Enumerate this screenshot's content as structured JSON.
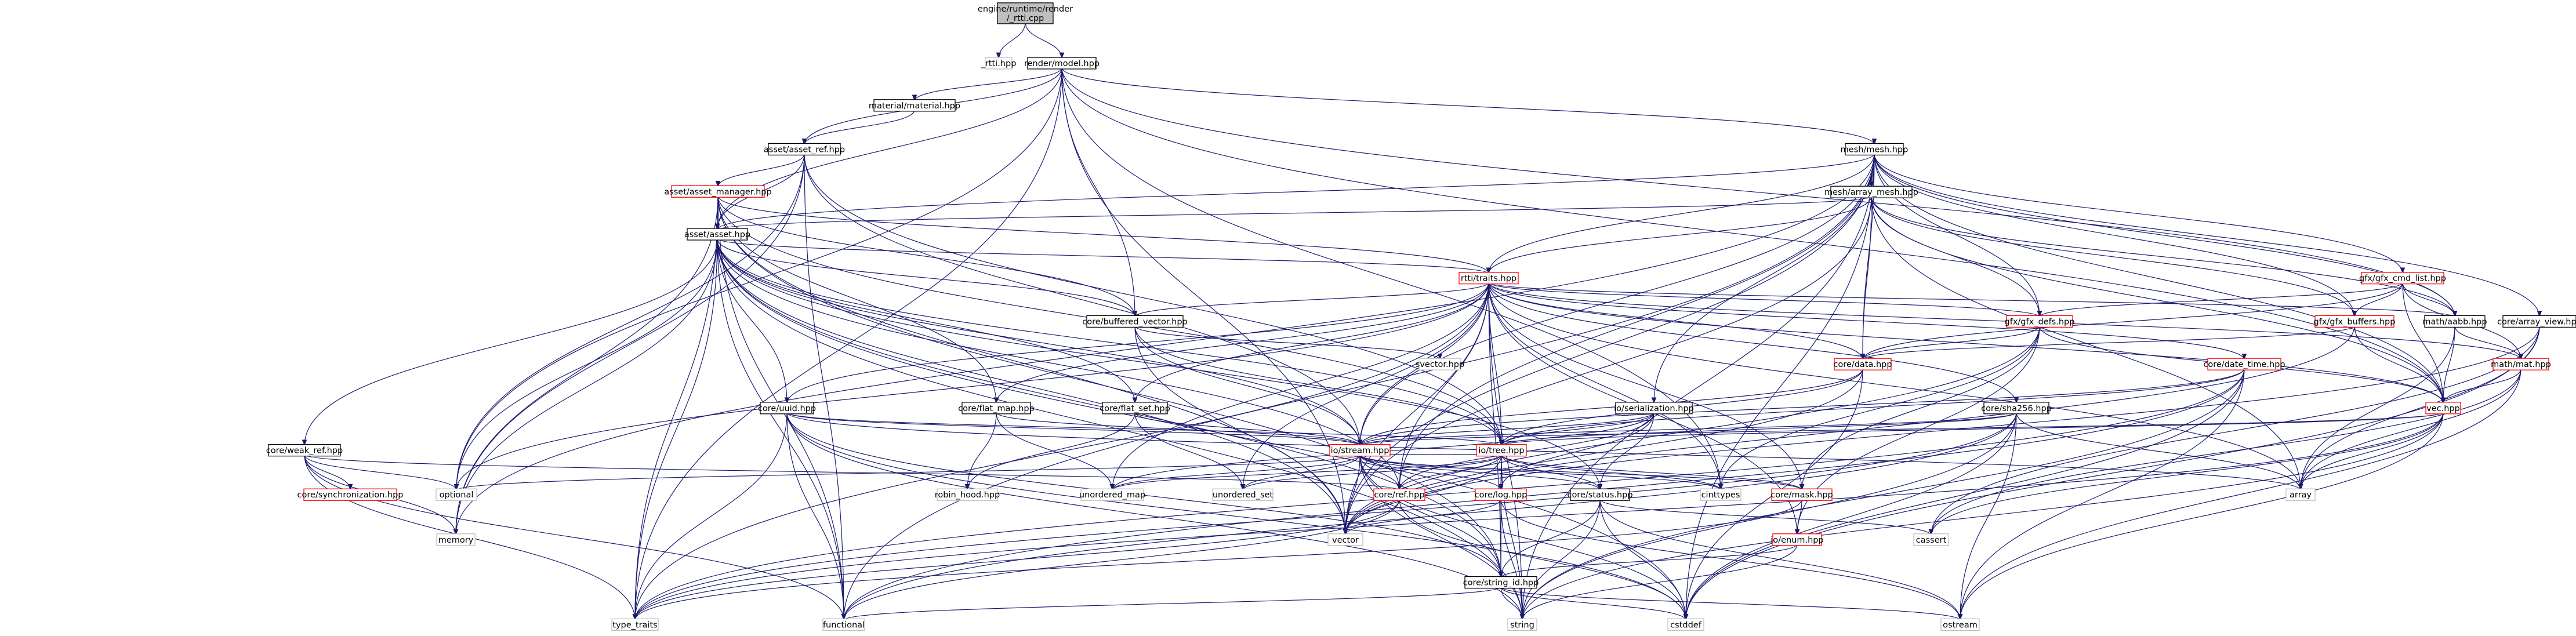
{
  "diagram": {
    "colors": {
      "edge": "#191970",
      "root_fill": "#bfbfbf",
      "node_fill": "#ffffff",
      "node_border": "#000000",
      "linked_border": "#ff0000"
    },
    "nodes": [
      {
        "id": "root",
        "label": "engine/runtime/render\n/_rtti.cpp",
        "style": "root"
      },
      {
        "id": "rtti_hpp",
        "label": "_rtti.hpp",
        "style": "external"
      },
      {
        "id": "render_model",
        "label": "render/model.hpp",
        "style": "internal"
      },
      {
        "id": "material",
        "label": "material/material.hpp",
        "style": "internal"
      },
      {
        "id": "asset_ref",
        "label": "asset/asset_ref.hpp",
        "style": "internal"
      },
      {
        "id": "asset_manager",
        "label": "asset/asset_manager.hpp",
        "style": "linked"
      },
      {
        "id": "asset",
        "label": "asset/asset.hpp",
        "style": "internal"
      },
      {
        "id": "mesh",
        "label": "mesh/mesh.hpp",
        "style": "internal"
      },
      {
        "id": "array_mesh",
        "label": "mesh/array_mesh.hpp",
        "style": "internal"
      },
      {
        "id": "rtti_traits",
        "label": "rtti/traits.hpp",
        "style": "linked"
      },
      {
        "id": "buffered_vector",
        "label": "core/buffered_vector.hpp",
        "style": "internal"
      },
      {
        "id": "svector",
        "label": "svector.hpp",
        "style": "external"
      },
      {
        "id": "gfx_cmd_list",
        "label": "gfx/gfx_cmd_list.hpp",
        "style": "linked"
      },
      {
        "id": "gfx_defs",
        "label": "gfx/gfx_defs.hpp",
        "style": "linked"
      },
      {
        "id": "gfx_buffers",
        "label": "gfx/gfx_buffers.hpp",
        "style": "linked"
      },
      {
        "id": "core_data",
        "label": "core/data.hpp",
        "style": "linked"
      },
      {
        "id": "math_aabb",
        "label": "math/aabb.hpp",
        "style": "internal"
      },
      {
        "id": "math_mat",
        "label": "math/mat.hpp",
        "style": "linked"
      },
      {
        "id": "array_view",
        "label": "core/array_view.hpp",
        "style": "internal"
      },
      {
        "id": "date_time",
        "label": "core/date_time.hpp",
        "style": "linked"
      },
      {
        "id": "serialization",
        "label": "io/serialization.hpp",
        "style": "internal"
      },
      {
        "id": "sha256",
        "label": "core/sha256.hpp",
        "style": "internal"
      },
      {
        "id": "vec",
        "label": "vec.hpp",
        "style": "linked"
      },
      {
        "id": "uuid",
        "label": "core/uuid.hpp",
        "style": "internal"
      },
      {
        "id": "flat_map",
        "label": "core/flat_map.hpp",
        "style": "internal"
      },
      {
        "id": "flat_set",
        "label": "core/flat_set.hpp",
        "style": "internal"
      },
      {
        "id": "weak_ref",
        "label": "core/weak_ref.hpp",
        "style": "internal"
      },
      {
        "id": "sync",
        "label": "core/synchronization.hpp",
        "style": "linked"
      },
      {
        "id": "io_stream",
        "label": "io/stream.hpp",
        "style": "linked"
      },
      {
        "id": "io_tree",
        "label": "io/tree.hpp",
        "style": "linked"
      },
      {
        "id": "optional",
        "label": "optional",
        "style": "external"
      },
      {
        "id": "robin_hood",
        "label": "robin_hood.hpp",
        "style": "external"
      },
      {
        "id": "unordered_map",
        "label": "unordered_map",
        "style": "external"
      },
      {
        "id": "unordered_set",
        "label": "unordered_set",
        "style": "external"
      },
      {
        "id": "core_ref",
        "label": "core/ref.hpp",
        "style": "linked"
      },
      {
        "id": "core_log",
        "label": "core/log.hpp",
        "style": "linked"
      },
      {
        "id": "core_status",
        "label": "core/status.hpp",
        "style": "internal"
      },
      {
        "id": "cinttypes",
        "label": "cinttypes",
        "style": "external"
      },
      {
        "id": "core_mask",
        "label": "core/mask.hpp",
        "style": "linked"
      },
      {
        "id": "array",
        "label": "array",
        "style": "external"
      },
      {
        "id": "memory",
        "label": "memory",
        "style": "external"
      },
      {
        "id": "vector",
        "label": "vector",
        "style": "external"
      },
      {
        "id": "cassert",
        "label": "cassert",
        "style": "external"
      },
      {
        "id": "io_enum",
        "label": "io/enum.hpp",
        "style": "linked"
      },
      {
        "id": "string_id",
        "label": "core/string_id.hpp",
        "style": "internal"
      },
      {
        "id": "type_traits",
        "label": "type_traits",
        "style": "external"
      },
      {
        "id": "functional",
        "label": "functional",
        "style": "external"
      },
      {
        "id": "string",
        "label": "string",
        "style": "external"
      },
      {
        "id": "cstddef",
        "label": "cstddef",
        "style": "external"
      },
      {
        "id": "ostream",
        "label": "ostream",
        "style": "external"
      }
    ],
    "edges": [
      [
        "root",
        "rtti_hpp"
      ],
      [
        "root",
        "render_model"
      ],
      [
        "render_model",
        "material"
      ],
      [
        "render_model",
        "asset_ref"
      ],
      [
        "render_model",
        "asset"
      ],
      [
        "render_model",
        "mesh"
      ],
      [
        "render_model",
        "buffered_vector"
      ],
      [
        "render_model",
        "optional"
      ],
      [
        "render_model",
        "cinttypes"
      ],
      [
        "render_model",
        "math_aabb"
      ],
      [
        "render_model",
        "vec"
      ],
      [
        "render_model",
        "vector"
      ],
      [
        "render_model",
        "type_traits"
      ],
      [
        "material",
        "asset_ref"
      ],
      [
        "asset_ref",
        "asset_manager"
      ],
      [
        "asset_ref",
        "asset"
      ],
      [
        "asset_ref",
        "optional"
      ],
      [
        "asset_ref",
        "memory"
      ],
      [
        "asset_ref",
        "io_stream"
      ],
      [
        "asset_ref",
        "io_tree"
      ],
      [
        "asset_ref",
        "functional"
      ],
      [
        "asset_manager",
        "asset"
      ],
      [
        "asset_manager",
        "rtti_traits"
      ],
      [
        "asset_manager",
        "flat_map"
      ],
      [
        "asset_manager",
        "buffered_vector"
      ],
      [
        "asset_manager",
        "memory"
      ],
      [
        "asset_manager",
        "type_traits"
      ],
      [
        "asset_manager",
        "functional"
      ],
      [
        "asset_manager",
        "vector"
      ],
      [
        "asset_manager",
        "string_id"
      ],
      [
        "asset_manager",
        "io_tree"
      ],
      [
        "asset",
        "rtti_traits"
      ],
      [
        "asset",
        "uuid"
      ],
      [
        "asset",
        "weak_ref"
      ],
      [
        "asset",
        "buffered_vector"
      ],
      [
        "asset",
        "flat_set"
      ],
      [
        "asset",
        "io_stream"
      ],
      [
        "asset",
        "io_tree"
      ],
      [
        "asset",
        "optional"
      ],
      [
        "asset",
        "memory"
      ],
      [
        "asset",
        "vector"
      ],
      [
        "asset",
        "type_traits"
      ],
      [
        "asset",
        "functional"
      ],
      [
        "asset",
        "string"
      ],
      [
        "asset",
        "cstddef"
      ],
      [
        "asset",
        "string_id"
      ],
      [
        "asset",
        "core_status"
      ],
      [
        "asset",
        "core_ref"
      ],
      [
        "mesh",
        "array_mesh"
      ],
      [
        "mesh",
        "asset"
      ],
      [
        "mesh",
        "rtti_traits"
      ],
      [
        "mesh",
        "gfx_defs"
      ],
      [
        "mesh",
        "gfx_buffers"
      ],
      [
        "mesh",
        "gfx_cmd_list"
      ],
      [
        "mesh",
        "core_data"
      ],
      [
        "mesh",
        "math_aabb"
      ],
      [
        "mesh",
        "array_view"
      ],
      [
        "mesh",
        "serialization"
      ],
      [
        "mesh",
        "vec"
      ],
      [
        "mesh",
        "vector"
      ],
      [
        "mesh",
        "cstddef"
      ],
      [
        "mesh",
        "memory"
      ],
      [
        "mesh",
        "functional"
      ],
      [
        "mesh",
        "core_ref"
      ],
      [
        "mesh",
        "string"
      ],
      [
        "mesh",
        "io_stream"
      ],
      [
        "array_mesh",
        "asset"
      ],
      [
        "array_mesh",
        "rtti_traits"
      ],
      [
        "array_mesh",
        "gfx_defs"
      ],
      [
        "array_mesh",
        "gfx_buffers"
      ],
      [
        "array_mesh",
        "core_data"
      ],
      [
        "array_mesh",
        "math_aabb"
      ],
      [
        "array_mesh",
        "vec"
      ],
      [
        "array_mesh",
        "vector"
      ],
      [
        "array_mesh",
        "array"
      ],
      [
        "rtti_traits",
        "buffered_vector"
      ],
      [
        "rtti_traits",
        "uuid"
      ],
      [
        "rtti_traits",
        "flat_map"
      ],
      [
        "rtti_traits",
        "flat_set"
      ],
      [
        "rtti_traits",
        "io_stream"
      ],
      [
        "rtti_traits",
        "io_tree"
      ],
      [
        "rtti_traits",
        "core_data"
      ],
      [
        "rtti_traits",
        "sha256"
      ],
      [
        "rtti_traits",
        "date_time"
      ],
      [
        "rtti_traits",
        "vec"
      ],
      [
        "rtti_traits",
        "math_mat"
      ],
      [
        "rtti_traits",
        "math_aabb"
      ],
      [
        "rtti_traits",
        "gfx_defs"
      ],
      [
        "rtti_traits",
        "optional"
      ],
      [
        "rtti_traits",
        "unordered_map"
      ],
      [
        "rtti_traits",
        "unordered_set"
      ],
      [
        "rtti_traits",
        "cinttypes"
      ],
      [
        "rtti_traits",
        "core_mask"
      ],
      [
        "rtti_traits",
        "io_enum"
      ],
      [
        "rtti_traits",
        "core_ref"
      ],
      [
        "rtti_traits",
        "string"
      ],
      [
        "rtti_traits",
        "type_traits"
      ],
      [
        "rtti_traits",
        "vector"
      ],
      [
        "rtti_traits",
        "array"
      ],
      [
        "rtti_traits",
        "string_id"
      ],
      [
        "buffered_vector",
        "svector"
      ],
      [
        "buffered_vector",
        "io_stream"
      ],
      [
        "buffered_vector",
        "io_tree"
      ],
      [
        "buffered_vector",
        "vector"
      ],
      [
        "gfx_cmd_list",
        "gfx_defs"
      ],
      [
        "gfx_cmd_list",
        "gfx_buffers"
      ],
      [
        "gfx_cmd_list",
        "core_data"
      ],
      [
        "gfx_cmd_list",
        "math_aabb"
      ],
      [
        "gfx_cmd_list",
        "math_mat"
      ],
      [
        "gfx_cmd_list",
        "vec"
      ],
      [
        "gfx_defs",
        "core_data"
      ],
      [
        "gfx_defs",
        "vec"
      ],
      [
        "gfx_defs",
        "core_mask"
      ],
      [
        "gfx_defs",
        "io_enum"
      ],
      [
        "gfx_defs",
        "vector"
      ],
      [
        "gfx_defs",
        "cinttypes"
      ],
      [
        "gfx_buffers",
        "core_data"
      ],
      [
        "gfx_buffers",
        "vec"
      ],
      [
        "gfx_buffers",
        "vector"
      ],
      [
        "core_data",
        "io_stream"
      ],
      [
        "core_data",
        "io_tree"
      ],
      [
        "core_data",
        "vector"
      ],
      [
        "core_data",
        "cstddef"
      ],
      [
        "math_aabb",
        "vec"
      ],
      [
        "math_aabb",
        "math_mat"
      ],
      [
        "math_aabb",
        "array"
      ],
      [
        "math_mat",
        "vec"
      ],
      [
        "math_mat",
        "array"
      ],
      [
        "math_mat",
        "cassert"
      ],
      [
        "math_mat",
        "ostream"
      ],
      [
        "array_view",
        "vector"
      ],
      [
        "array_view",
        "cassert"
      ],
      [
        "array_view",
        "cstddef"
      ],
      [
        "array_view",
        "array"
      ],
      [
        "date_time",
        "io_stream"
      ],
      [
        "date_time",
        "io_tree"
      ],
      [
        "date_time",
        "string"
      ],
      [
        "date_time",
        "cstddef"
      ],
      [
        "date_time",
        "ostream"
      ],
      [
        "date_time",
        "type_traits"
      ],
      [
        "date_time",
        "functional"
      ],
      [
        "serialization",
        "io_stream"
      ],
      [
        "serialization",
        "io_tree"
      ],
      [
        "serialization",
        "core_ref"
      ],
      [
        "serialization",
        "core_log"
      ],
      [
        "serialization",
        "core_status"
      ],
      [
        "serialization",
        "unordered_map"
      ],
      [
        "sha256",
        "io_stream"
      ],
      [
        "sha256",
        "io_tree"
      ],
      [
        "sha256",
        "array"
      ],
      [
        "sha256",
        "string"
      ],
      [
        "sha256",
        "cstddef"
      ],
      [
        "sha256",
        "ostream"
      ],
      [
        "sha256",
        "type_traits"
      ],
      [
        "sha256",
        "functional"
      ],
      [
        "vec",
        "io_stream"
      ],
      [
        "vec",
        "io_tree"
      ],
      [
        "vec",
        "array"
      ],
      [
        "vec",
        "cassert"
      ],
      [
        "vec",
        "ostream"
      ],
      [
        "vec",
        "type_traits"
      ],
      [
        "vec",
        "string"
      ],
      [
        "uuid",
        "io_stream"
      ],
      [
        "uuid",
        "io_tree"
      ],
      [
        "uuid",
        "array"
      ],
      [
        "uuid",
        "string"
      ],
      [
        "uuid",
        "cstddef"
      ],
      [
        "uuid",
        "functional"
      ],
      [
        "uuid",
        "type_traits"
      ],
      [
        "uuid",
        "string_id"
      ],
      [
        "flat_map",
        "robin_hood"
      ],
      [
        "flat_map",
        "unordered_map"
      ],
      [
        "flat_map",
        "io_stream"
      ],
      [
        "flat_set",
        "robin_hood"
      ],
      [
        "flat_set",
        "unordered_set"
      ],
      [
        "flat_set",
        "io_stream"
      ],
      [
        "weak_ref",
        "sync"
      ],
      [
        "weak_ref",
        "core_ref"
      ],
      [
        "weak_ref",
        "memory"
      ],
      [
        "weak_ref",
        "optional"
      ],
      [
        "weak_ref",
        "type_traits"
      ],
      [
        "weak_ref",
        "functional"
      ],
      [
        "io_stream",
        "core_ref"
      ],
      [
        "io_stream",
        "core_log"
      ],
      [
        "io_stream",
        "core_status"
      ],
      [
        "io_stream",
        "cinttypes"
      ],
      [
        "io_stream",
        "core_mask"
      ],
      [
        "io_stream",
        "optional"
      ],
      [
        "io_stream",
        "unordered_map"
      ],
      [
        "io_stream",
        "unordered_set"
      ],
      [
        "io_stream",
        "vector"
      ],
      [
        "io_stream",
        "string_id"
      ],
      [
        "io_stream",
        "string"
      ],
      [
        "io_stream",
        "cstddef"
      ],
      [
        "io_tree",
        "io_stream"
      ],
      [
        "io_tree",
        "core_ref"
      ],
      [
        "io_tree",
        "core_log"
      ],
      [
        "io_tree",
        "core_status"
      ],
      [
        "io_tree",
        "core_mask"
      ],
      [
        "io_tree",
        "cinttypes"
      ],
      [
        "io_tree",
        "unordered_map"
      ],
      [
        "io_tree",
        "unordered_set"
      ],
      [
        "io_tree",
        "vector"
      ],
      [
        "io_tree",
        "string_id"
      ],
      [
        "io_tree",
        "string"
      ],
      [
        "core_ref",
        "type_traits"
      ],
      [
        "core_ref",
        "functional"
      ],
      [
        "core_ref",
        "cstddef"
      ],
      [
        "core_log",
        "vector"
      ],
      [
        "core_log",
        "string"
      ],
      [
        "core_log",
        "string_id"
      ],
      [
        "core_log",
        "ostream"
      ],
      [
        "core_status",
        "string"
      ],
      [
        "core_status",
        "string_id"
      ],
      [
        "core_status",
        "ostream"
      ],
      [
        "core_status",
        "cstddef"
      ],
      [
        "core_status",
        "cassert"
      ],
      [
        "core_mask",
        "io_enum"
      ],
      [
        "core_mask",
        "type_traits"
      ],
      [
        "io_enum",
        "string"
      ],
      [
        "io_enum",
        "string_id"
      ],
      [
        "string_id",
        "string"
      ],
      [
        "string_id",
        "cstddef"
      ],
      [
        "string_id",
        "functional"
      ],
      [
        "string_id",
        "ostream"
      ]
    ]
  }
}
